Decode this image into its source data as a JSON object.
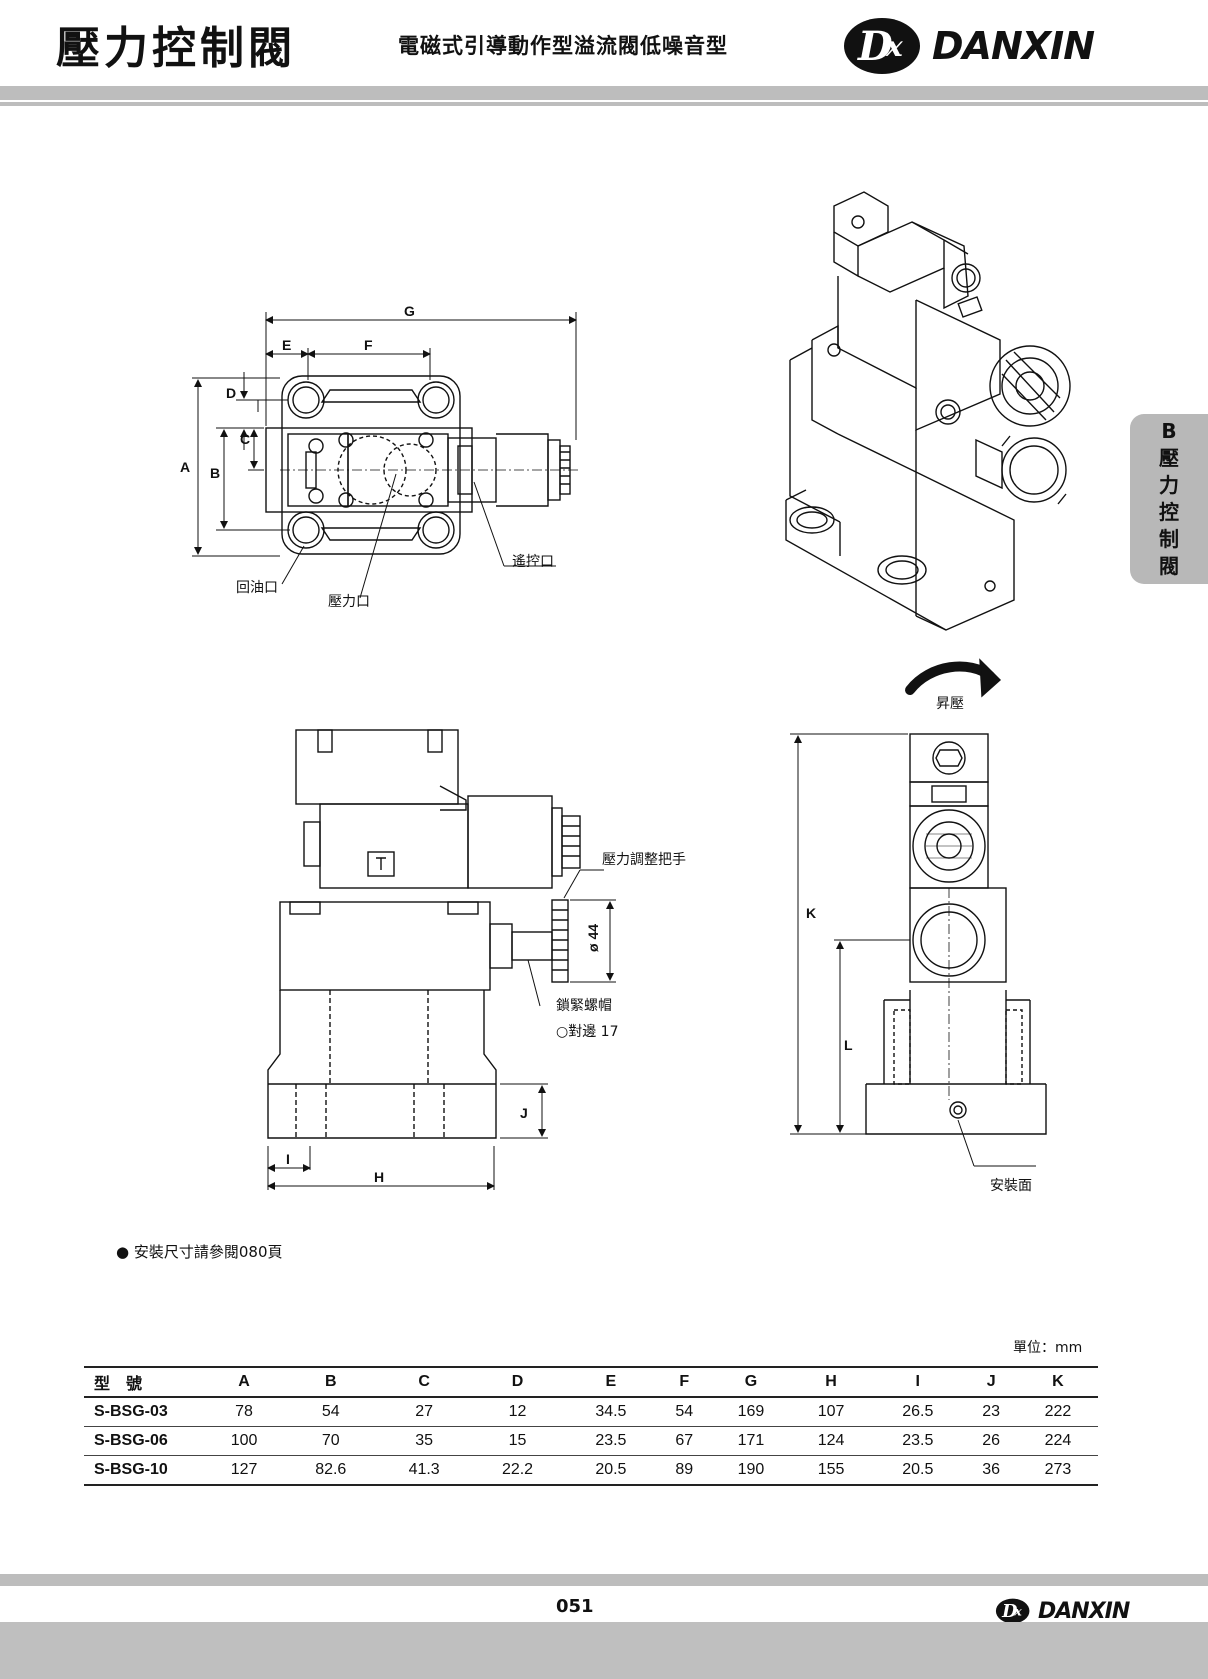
{
  "header": {
    "title": "壓力控制閥",
    "subtitle": "電磁式引導動作型溢流閥低噪音型",
    "brand": "DANXIN"
  },
  "side_tab": {
    "chars": [
      "B",
      "壓",
      "力",
      "控",
      "制",
      "閥"
    ]
  },
  "drawing_labels": {
    "port_return": "回油口",
    "port_pressure": "壓力口",
    "port_remote": "遙控口",
    "pressure_up": "昇壓",
    "adjust_handle": "壓力調整把手",
    "diameter": "ø 44",
    "lock_nut": "鎖緊螺帽",
    "hex_size": "○對邊 17",
    "mount_face": "安裝面",
    "dims": {
      "A": "A",
      "B": "B",
      "C": "C",
      "D": "D",
      "E": "E",
      "F": "F",
      "G": "G",
      "H": "H",
      "I": "I",
      "J": "J",
      "K": "K",
      "L": "L"
    }
  },
  "note": "● 安裝尺寸請參閱080頁",
  "unit": "單位：mm",
  "table": {
    "headers": [
      "型　號",
      "A",
      "B",
      "C",
      "D",
      "E",
      "F",
      "G",
      "H",
      "I",
      "J",
      "K"
    ],
    "rows": [
      [
        "S-BSG-03",
        "78",
        "54",
        "27",
        "12",
        "34.5",
        "54",
        "169",
        "107",
        "26.5",
        "23",
        "222"
      ],
      [
        "S-BSG-06",
        "100",
        "70",
        "35",
        "15",
        "23.5",
        "67",
        "171",
        "124",
        "23.5",
        "26",
        "224"
      ],
      [
        "S-BSG-10",
        "127",
        "82.6",
        "41.3",
        "22.2",
        "20.5",
        "89",
        "190",
        "155",
        "20.5",
        "36",
        "273"
      ]
    ]
  },
  "footer": {
    "page": "051",
    "brand": "DANXIN"
  }
}
